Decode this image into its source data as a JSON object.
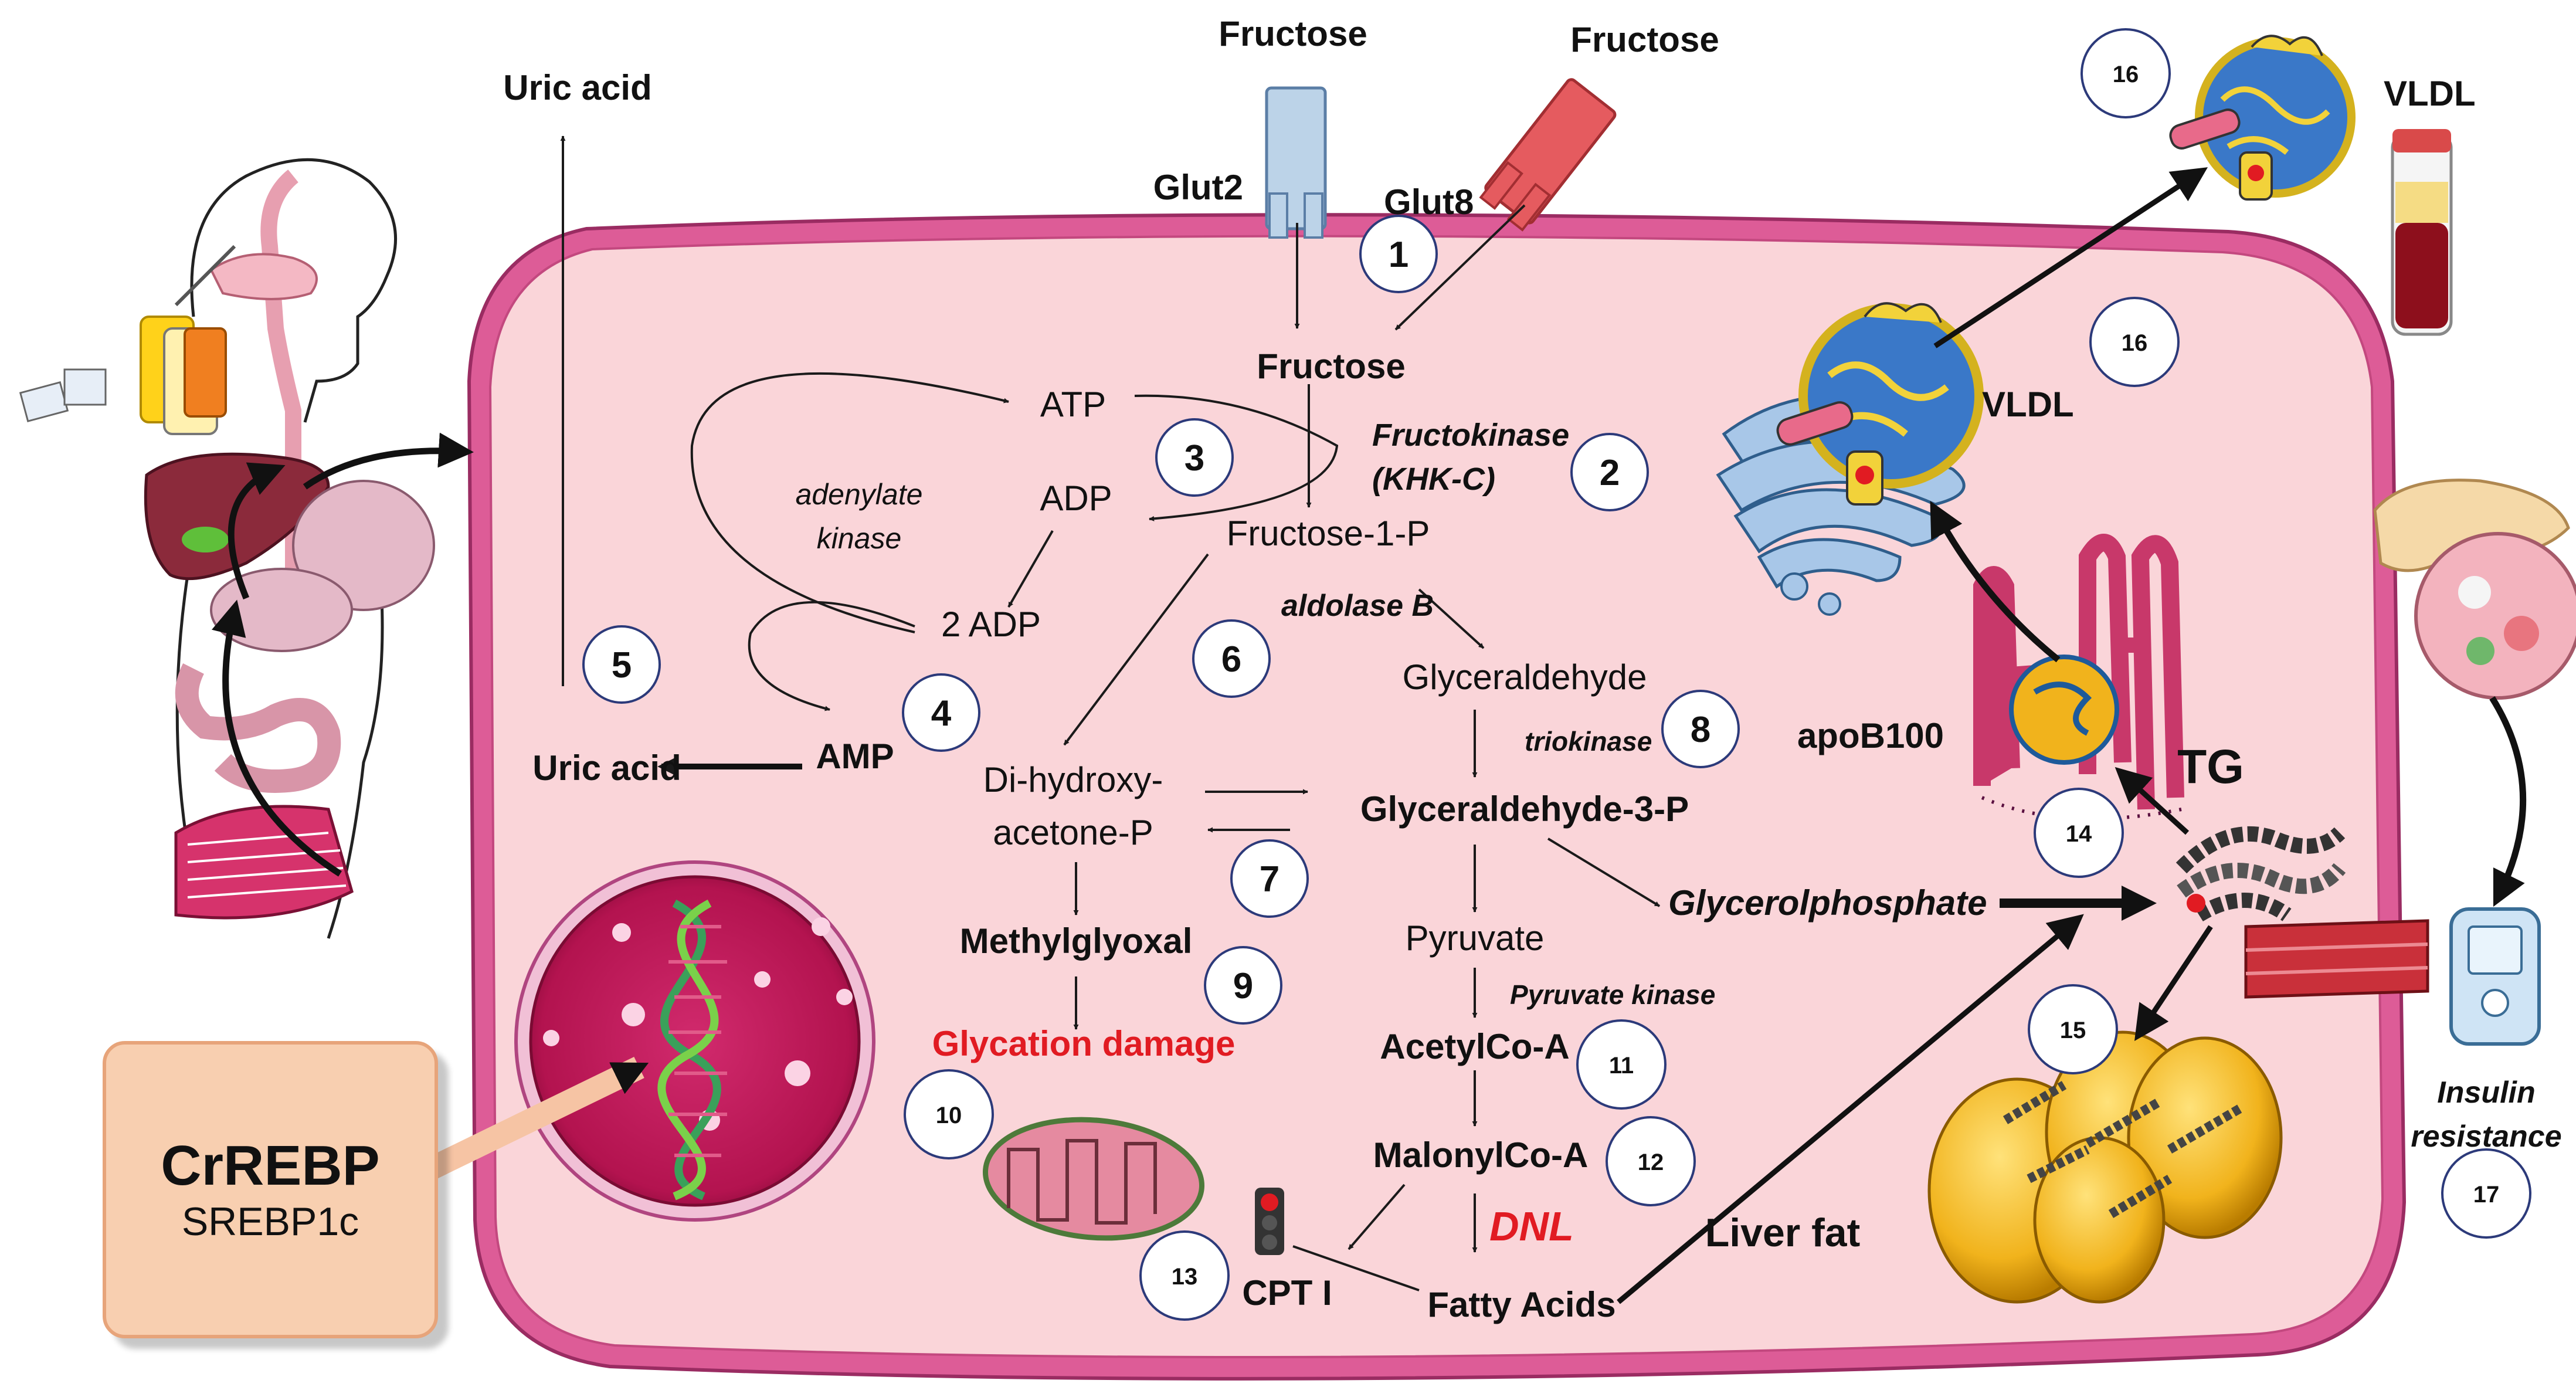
{
  "labels": {
    "fructose_top_left": "Fructose",
    "fructose_top_right": "Fructose",
    "glut2": "Glut2",
    "glut8": "Glut8",
    "uric_acid_top": "Uric acid",
    "fructose_main": "Fructose",
    "atp": "ATP",
    "adp": "ADP",
    "two_adp": "2 ADP",
    "amp": "AMP",
    "uric_acid": "Uric acid",
    "adenylate_kinase_1": "adenylate",
    "adenylate_kinase_2": "kinase",
    "fructokinase_1": "Fructokinase",
    "fructokinase_2": "(KHK-C)",
    "fructose_1_p": "Fructose-1-P",
    "aldolase_b": "aldolase B",
    "glyceraldehyde": "Glyceraldehyde",
    "triokinase": "triokinase",
    "dhap_1": "Di-hydroxy-",
    "dhap_2": "acetone-P",
    "glyceraldehyde_3_p": "Glyceraldehyde-3-P",
    "glycerolphosphate": "Glycerolphosphate",
    "methylglyoxal": "Methylglyoxal",
    "glycation_damage": "Glycation damage",
    "pyruvate": "Pyruvate",
    "pyruvate_kinase": "Pyruvate kinase",
    "acetylcoa": "AcetylCo-A",
    "malonylcoa": "MalonylCo-A",
    "dnl": "DNL",
    "fatty_acids": "Fatty Acids",
    "cpt1": "CPT I",
    "liver_fat": "Liver fat",
    "apob100": "apoB100",
    "tg": "TG",
    "vldl_inner": "VLDL",
    "vldl_outer": "VLDL",
    "insulin_1": "Insulin",
    "insulin_2": "resistance",
    "crebp": "CrREBP",
    "srebp1c": "SREBP1c"
  },
  "steps": [
    "1",
    "2",
    "3",
    "4",
    "5",
    "6",
    "7",
    "8",
    "9",
    "10",
    "11",
    "12",
    "13",
    "14",
    "15",
    "16",
    "16",
    "17"
  ],
  "colors": {
    "cell_fill": "#fad5d9",
    "cell_border": "#dd5c97",
    "nucleus": "#c2185b",
    "glut2": "#bcd3e8",
    "glut8": "#e55b5f",
    "crebp_box": "#f8cfb0",
    "red_text": "#e11b22",
    "step_circle": "#2c3a7a"
  },
  "icons": [
    "human-silhouette-icon",
    "liver-icon",
    "intestine-icon",
    "soda-drinks-icon",
    "golgi-icon",
    "endoplasmic-reticulum-icon",
    "lipoprotein-icon",
    "blood-tube-icon",
    "pancreas-icon",
    "glucometer-icon",
    "blood-vessel-icon",
    "mitochondrion-icon",
    "traffic-light-icon",
    "triglyceride-molecule-icon",
    "lipid-droplets-icon",
    "dna-icon"
  ]
}
